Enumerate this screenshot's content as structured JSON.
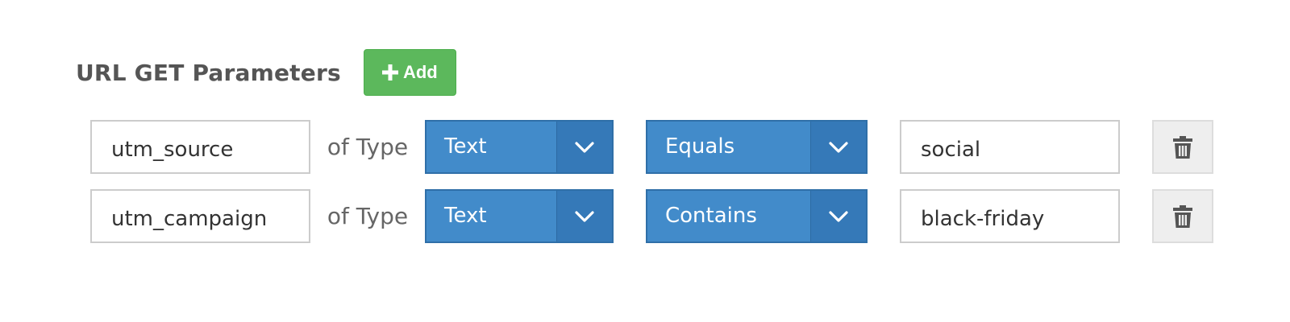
{
  "section": {
    "title": "URL GET Parameters",
    "add_label": "Add"
  },
  "params": [
    {
      "name": "utm_source",
      "of_type": "of Type",
      "type": "Text",
      "operator": "Equals",
      "value": "social"
    },
    {
      "name": "utm_campaign",
      "of_type": "of Type",
      "type": "Text",
      "operator": "Contains",
      "value": "black-friday"
    }
  ],
  "icons": {
    "add": "plus-icon",
    "select": "chevron-down-icon",
    "delete": "trash-icon"
  },
  "colors": {
    "add_button": "#5cb85c",
    "select_bg": "#428bca",
    "select_caret_bg": "#3579b8",
    "title_text": "#555555",
    "delete_bg": "#eeeeee"
  }
}
